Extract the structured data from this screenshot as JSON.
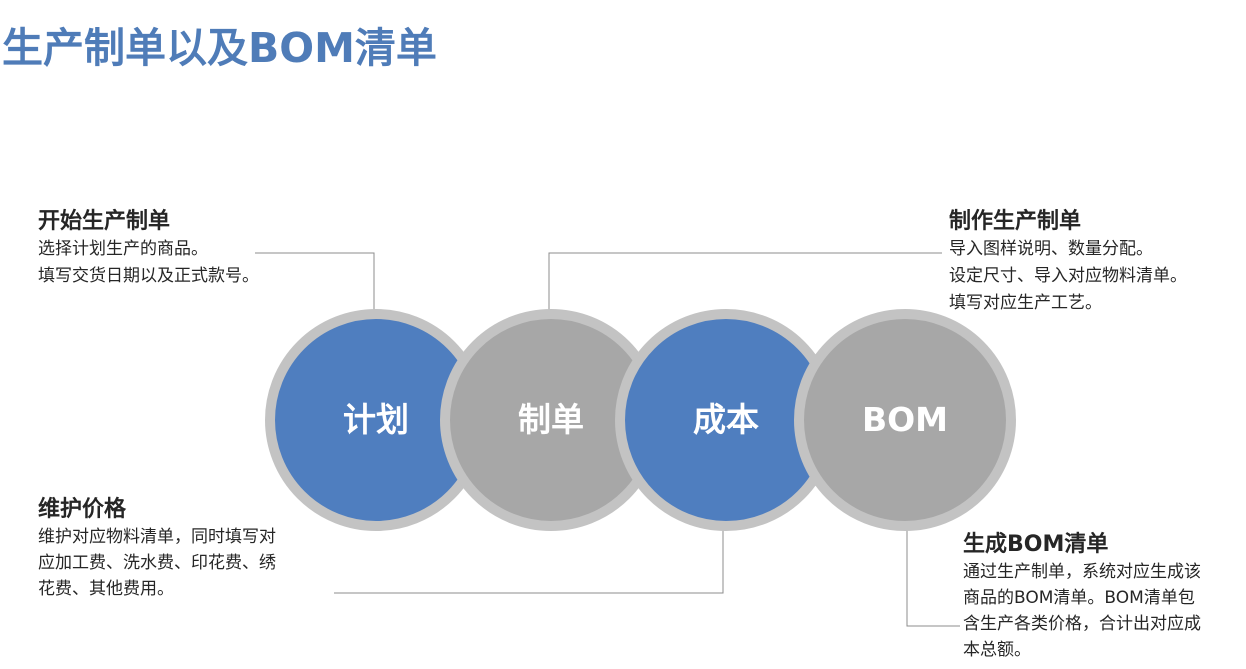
{
  "title": "生产制单以及BOM清单",
  "colors": {
    "title": "#4f7cb8",
    "blue": "#4f7ebf",
    "gray": "#a7a7a7",
    "ring": "#c3c3c3",
    "line": "#8c8c8c",
    "text": "#262626"
  },
  "stages": [
    {
      "label": "计划",
      "color": "blue"
    },
    {
      "label": "制单",
      "color": "gray"
    },
    {
      "label": "成本",
      "color": "blue"
    },
    {
      "label": "BOM",
      "color": "gray"
    }
  ],
  "notes": {
    "plan": {
      "title": "开始生产制单",
      "lines": [
        "选择计划生产的商品。",
        "填写交货日期以及正式款号。"
      ]
    },
    "make": {
      "title": "制作生产制单",
      "lines": [
        "导入图样说明、数量分配。",
        "设定尺寸、导入对应物料清单。",
        "填写对应生产工艺。"
      ]
    },
    "price": {
      "title": "维护价格",
      "lines": [
        "维护对应物料清单，同时填写对",
        "应加工费、洗水费、印花费、绣",
        "花费、其他费用。"
      ]
    },
    "bom": {
      "title": "生成BOM清单",
      "lines": [
        "通过生产制单，系统对应生成该",
        "商品的BOM清单。BOM清单包",
        "含生产各类价格，合计出对应成",
        "本总额。"
      ]
    }
  }
}
